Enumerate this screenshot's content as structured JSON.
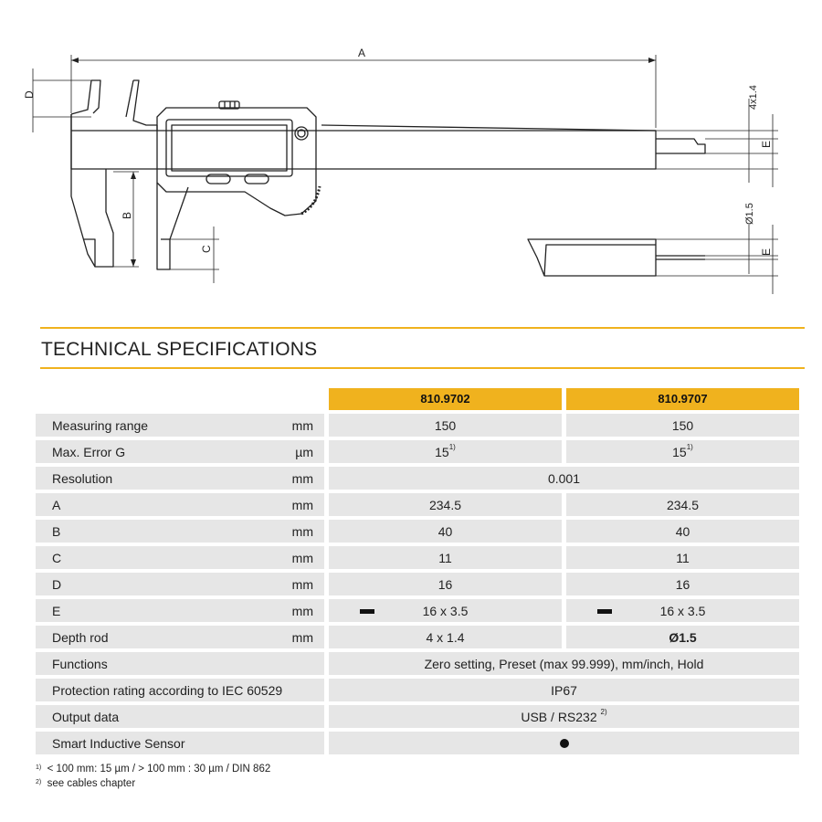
{
  "drawing": {
    "dim_labels": {
      "A": "A",
      "B": "B",
      "C": "C",
      "D": "D",
      "E1": "E",
      "E2": "E",
      "rod_square": "4x1.4",
      "rod_round": "Ø1.5"
    }
  },
  "section_title": "TECHNICAL SPECIFICATIONS",
  "columns": [
    "810.9702",
    "810.9707"
  ],
  "rows": [
    {
      "label": "Measuring range",
      "unit": "mm",
      "v1": "150",
      "v2": "150"
    },
    {
      "label": "Max. Error G",
      "unit": "µm",
      "v1": "15",
      "v2": "15",
      "sup": "1)"
    },
    {
      "label": "Resolution",
      "unit": "mm",
      "span": "0.001"
    },
    {
      "label": "A",
      "unit": "mm",
      "v1": "234.5",
      "v2": "234.5"
    },
    {
      "label": "B",
      "unit": "mm",
      "v1": "40",
      "v2": "40"
    },
    {
      "label": "C",
      "unit": "mm",
      "v1": "11",
      "v2": "11"
    },
    {
      "label": "D",
      "unit": "mm",
      "v1": "16",
      "v2": "16"
    },
    {
      "label": "E",
      "unit": "mm",
      "v1": "16 x 3.5",
      "v2": "16 x 3.5"
    },
    {
      "label": "Depth rod",
      "unit": "mm",
      "v1": "4 x 1.4",
      "v2": "Ø1.5"
    },
    {
      "label": "Functions",
      "unit": "",
      "span": "Zero setting, Preset (max 99.999), mm/inch, Hold"
    },
    {
      "label": "Protection rating according to IEC 60529",
      "unit": "",
      "span": "IP67"
    },
    {
      "label": "Output data",
      "unit": "",
      "span": "USB / RS232",
      "span_sup": "2)"
    },
    {
      "label": "Smart Inductive Sensor",
      "unit": "",
      "span_icon": "filled-dot"
    }
  ],
  "footnotes": [
    {
      "mark": "1)",
      "text": "< 100 mm: 15 µm / > 100 mm : 30 µm / DIN 862"
    },
    {
      "mark": "2)",
      "text": "see cables chapter"
    }
  ],
  "colors": {
    "accent": "#f0b21e",
    "cell_bg": "#e6e6e6"
  }
}
